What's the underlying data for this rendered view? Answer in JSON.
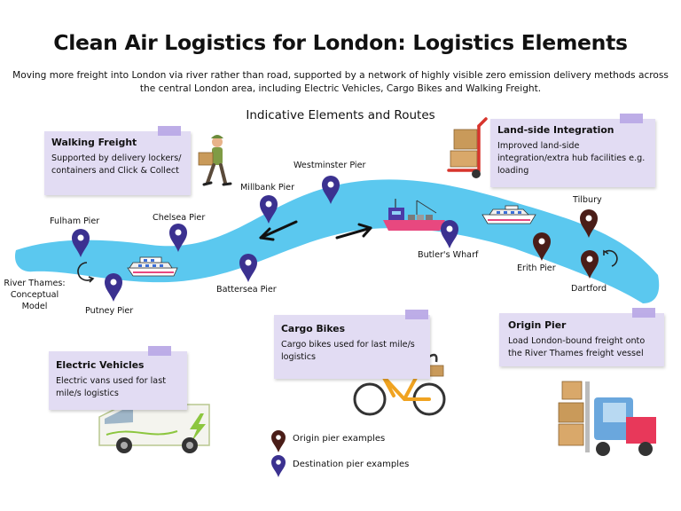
{
  "title": "Clean Air Logistics for London: Logistics Elements",
  "subtitle": "Moving more freight into London via river rather than road, supported by a network of highly visible zero emission delivery methods across the central London area, including Electric Vehicles, Cargo Bikes and Walking Freight.",
  "section_heading": "Indicative Elements and Routes",
  "river_caption": "River Thames:\nConceptual\nModel",
  "colors": {
    "river": "#5bc8ef",
    "destination_pin": "#3b3190",
    "origin_pin": "#4a1d18",
    "note_bg": "#e2dcf3",
    "tape": "#b9a9e6"
  },
  "piers": [
    {
      "name": "Fulham Pier",
      "type": "destination"
    },
    {
      "name": "Putney Pier",
      "type": "destination"
    },
    {
      "name": "Chelsea Pier",
      "type": "destination"
    },
    {
      "name": "Battersea Pier",
      "type": "destination"
    },
    {
      "name": "Millbank Pier",
      "type": "destination"
    },
    {
      "name": "Westminster Pier",
      "type": "destination"
    },
    {
      "name": "Butler's Wharf",
      "type": "destination"
    },
    {
      "name": "Erith Pier",
      "type": "origin"
    },
    {
      "name": "Tilbury",
      "type": "origin"
    },
    {
      "name": "Dartford",
      "type": "origin"
    }
  ],
  "notes": {
    "walking": {
      "title": "Walking Freight",
      "body": "Supported by delivery lockers/ containers and Click & Collect"
    },
    "landside": {
      "title": "Land-side Integration",
      "body": "Improved land-side integration/extra hub facilities e.g. loading"
    },
    "cargo": {
      "title": "Cargo Bikes",
      "body": "Cargo bikes used for last mile/s logistics"
    },
    "origin": {
      "title": "Origin Pier",
      "body": "Load London-bound freight onto the River Thames freight vessel"
    },
    "electric": {
      "title": "Electric Vehicles",
      "body": "Electric vans used for last mile/s logistics"
    }
  },
  "legend": {
    "origin": "Origin pier examples",
    "destination": "Destination pier examples"
  }
}
